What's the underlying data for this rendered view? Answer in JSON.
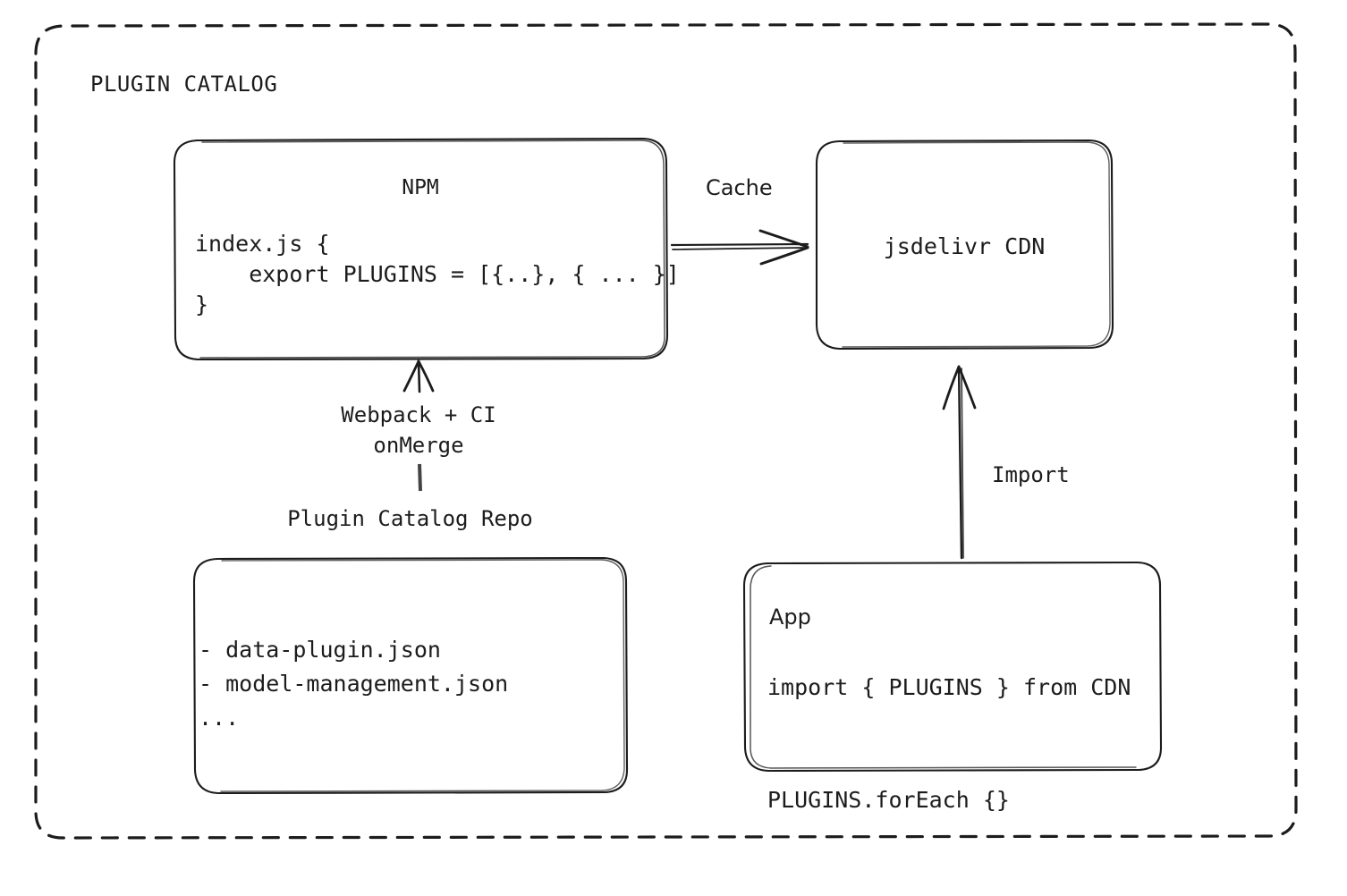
{
  "diagram": {
    "title": "PLUGIN CATALOG",
    "stroke_color": "#1c1c1c",
    "background_color": "#ffffff",
    "container_border_style": "dashed-rounded"
  },
  "nodes": {
    "npm": {
      "title": "NPM",
      "code": "index.js {\n    export PLUGINS = [{..}, { ... }]\n}"
    },
    "cdn": {
      "title": "jsdelivr CDN"
    },
    "repo": {
      "caption": "Plugin Catalog Repo",
      "list": "- data-plugin.json\n- model-management.json\n..."
    },
    "app": {
      "title": "App",
      "code": "import { PLUGINS } from CDN\n\nPLUGINS.forEach {}"
    }
  },
  "edges": {
    "cache": {
      "label": "Cache",
      "from": "npm",
      "to": "cdn",
      "direction": "right"
    },
    "webpack": {
      "label": "Webpack + CI\nonMerge",
      "from": "repo",
      "to": "npm",
      "direction": "up"
    },
    "import": {
      "label": "Import",
      "from": "app",
      "to": "cdn",
      "direction": "up"
    }
  }
}
